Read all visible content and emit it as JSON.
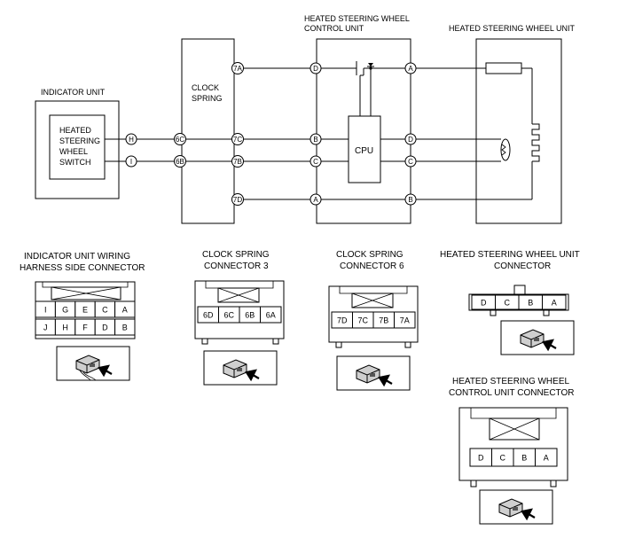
{
  "diagram": {
    "labels": {
      "control_unit_line1": "HEATED STEERING WHEEL",
      "control_unit_line2": "CONTROL UNIT",
      "wheel_unit": "HEATED STEERING WHEEL UNIT",
      "indicator_unit": "INDICATOR UNIT",
      "clock_spring_line1": "CLOCK",
      "clock_spring_line2": "SPRING",
      "switch_line1": "HEATED",
      "switch_line2": "STEERING",
      "switch_line3": "WHEEL",
      "switch_line4": "SWITCH",
      "cpu": "CPU"
    },
    "terminals": {
      "ind_h": "H",
      "ind_i": "I",
      "cs_6c": "6C",
      "cs_6b": "6B",
      "cs_7a": "7A",
      "cs_7c": "7C",
      "cs_7b": "7B",
      "cs_7d": "7D",
      "cu_d": "D",
      "cu_b": "B",
      "cu_c": "C",
      "cu_a": "A",
      "cu_out_a": "A",
      "cu_out_d": "D",
      "cu_out_c": "C",
      "cu_out_b": "B"
    }
  },
  "connectors": {
    "indicator": {
      "title_line1": "INDICATOR UNIT WIRING",
      "title_line2": "HARNESS SIDE CONNECTOR",
      "row1": [
        "I",
        "G",
        "E",
        "C",
        "A"
      ],
      "row2": [
        "J",
        "H",
        "F",
        "D",
        "B"
      ]
    },
    "clock3": {
      "title_line1": "CLOCK SPRING",
      "title_line2": "CONNECTOR 3",
      "pins": [
        "6D",
        "6C",
        "6B",
        "6A"
      ]
    },
    "clock6": {
      "title_line1": "CLOCK SPRING",
      "title_line2": "CONNECTOR 6",
      "pins": [
        "7D",
        "7C",
        "7B",
        "7A"
      ]
    },
    "wheel": {
      "title_line1": "HEATED STEERING WHEEL UNIT",
      "title_line2": "CONNECTOR",
      "pins": [
        "D",
        "C",
        "B",
        "A"
      ]
    },
    "control": {
      "title_line1": "HEATED STEERING WHEEL",
      "title_line2": "CONTROL UNIT CONNECTOR",
      "pins": [
        "D",
        "C",
        "B",
        "A"
      ]
    }
  },
  "icons": [
    "connector-view-icon"
  ]
}
